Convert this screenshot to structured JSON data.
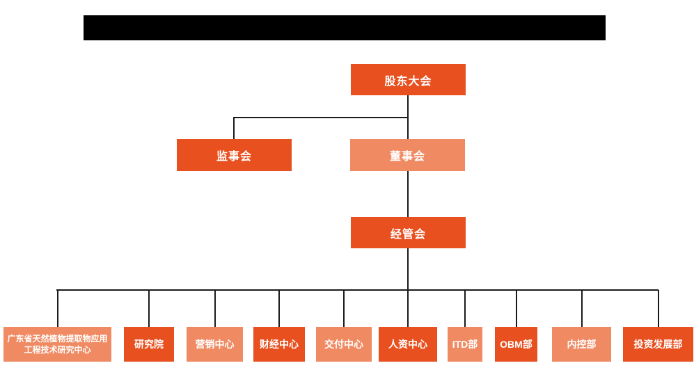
{
  "palette": {
    "primary_orange": "#E8501F",
    "light_orange": "#EF8A62",
    "connector_black": "#1a1a1a",
    "node_text": "#ffffff",
    "redacted_bar": "#000000"
  },
  "org_chart": {
    "root": {
      "label": "股东大会"
    },
    "level2": [
      {
        "label": "监事会"
      },
      {
        "label": "董事会"
      }
    ],
    "level3": {
      "label": "经管会"
    },
    "departments": [
      {
        "label": "广东省天然植物提取物应用工程技术研究中心"
      },
      {
        "label": "研究院"
      },
      {
        "label": "营销中心"
      },
      {
        "label": "财经中心"
      },
      {
        "label": "交付中心"
      },
      {
        "label": "人资中心"
      },
      {
        "label": "ITD部"
      },
      {
        "label": "OBM部"
      },
      {
        "label": "内控部"
      },
      {
        "label": "投资发展部"
      }
    ]
  }
}
